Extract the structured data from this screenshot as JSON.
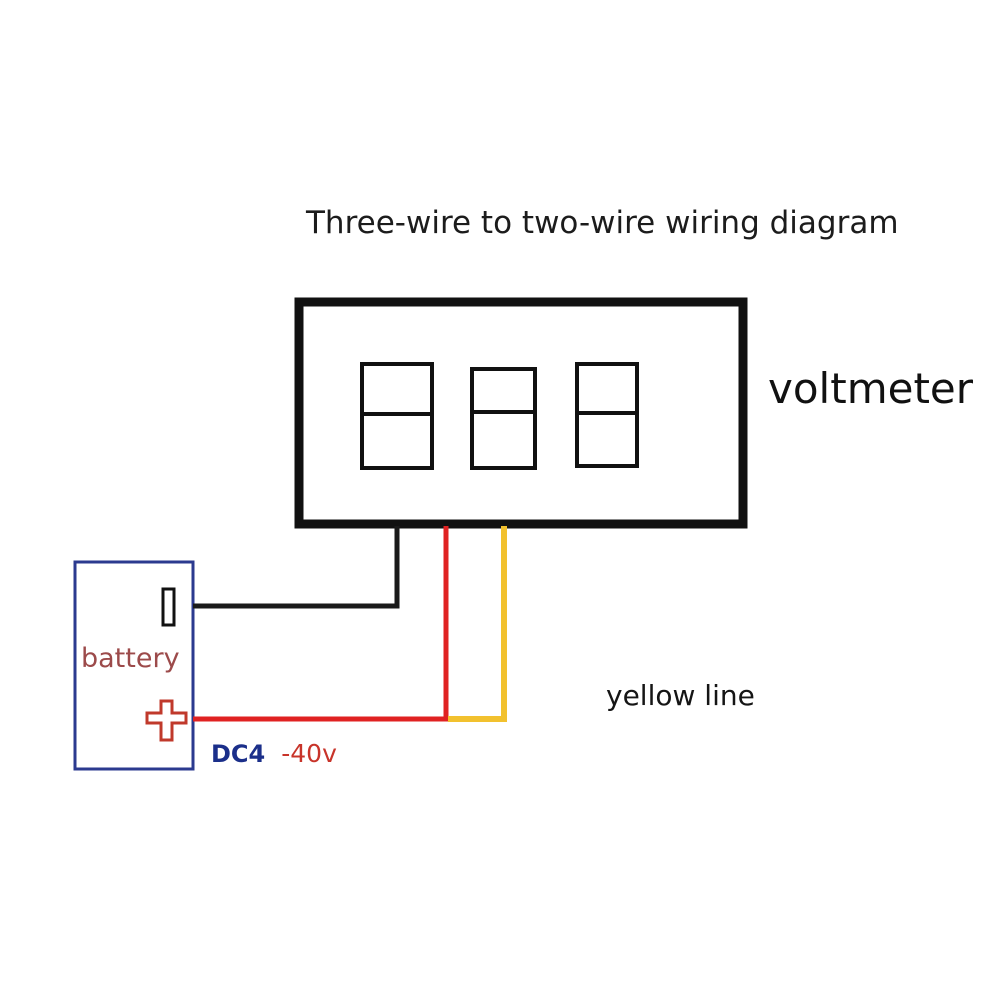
{
  "title": "Three-wire to two-wire wiring diagram",
  "meter": {
    "label": "voltmeter",
    "digit_count": 3
  },
  "battery": {
    "label": "battery",
    "negative_symbol": "minus-terminal",
    "positive_symbol": "plus-terminal"
  },
  "voltage": {
    "prefix": "DC4",
    "range": "-40v"
  },
  "wires": {
    "yellow_label": "yellow line",
    "colors": {
      "black": "#1a1a1a",
      "red": "#e02222",
      "yellow": "#f2c12e"
    }
  },
  "colors": {
    "battery_outline": "#2b3a8f",
    "battery_text": "#9c4a4a",
    "dc_blue": "#1b2f8a",
    "dc_red": "#c8342a"
  }
}
